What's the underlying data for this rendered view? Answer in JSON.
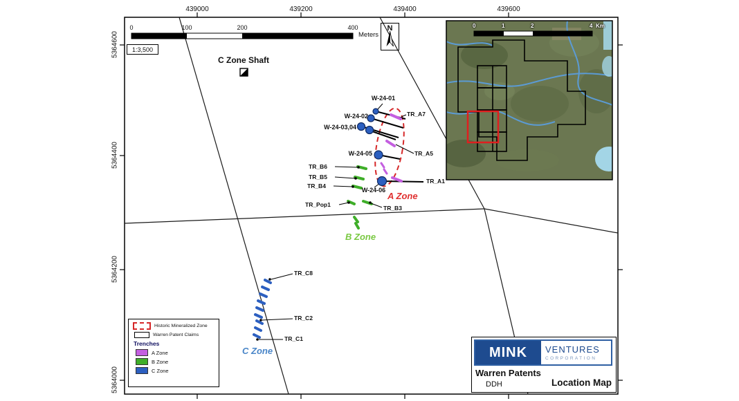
{
  "map": {
    "xticks": [
      "439000",
      "439200",
      "439400",
      "439600"
    ],
    "yticks": [
      "5364600",
      "5364400",
      "5364200",
      "5364000"
    ],
    "scalebar": {
      "labels": [
        "0",
        "100",
        "200",
        "400"
      ],
      "unit": "Meters",
      "ratio": "1:3,500"
    },
    "north": "N",
    "shaft_label": "C Zone Shaft",
    "drillholes": [
      "W-24-01",
      "W-24-02",
      "W-24-03,04",
      "W-24-05",
      "W-24-06"
    ],
    "trenches": {
      "a": [
        "TR_A7",
        "TR_A5",
        "TR_A1"
      ],
      "b": [
        "TR_B6",
        "TR_B5",
        "TR_B4",
        "TR_B3",
        "TR_Pop1"
      ],
      "c": [
        "TR_C8",
        "TR_C2",
        "TR_C1"
      ]
    },
    "zones": {
      "a": "A Zone",
      "b": "B Zone",
      "c": "C Zone"
    }
  },
  "inset": {
    "scalebar": {
      "labels": [
        "0",
        "1",
        "2",
        "4"
      ],
      "unit": "Km"
    }
  },
  "legend": {
    "historic": "Historic Mineralized Zone",
    "claims": "Warren Patent Claims",
    "trenches_heading": "Trenches",
    "zones": [
      "A Zone",
      "B Zone",
      "C Zone"
    ]
  },
  "titleblock": {
    "brand": "MINK",
    "brand2": "VENTURES",
    "brand3": "CORPORATION",
    "title": "Warren Patents",
    "subtitle": "DDH",
    "maptype": "Location Map"
  },
  "colors": {
    "historic_zone": "#d62728",
    "a_zone_trench": "#c45fe0",
    "b_zone_trench": "#3fae29",
    "c_zone_trench": "#2c5fc0",
    "a_zone_text": "#e03030",
    "b_zone_text": "#7ac943",
    "c_zone_text": "#4a86c8",
    "drillhole": "#2c5fc0",
    "brand_navy": "#1e4b8f",
    "inset_highlight": "#e01f1f"
  }
}
